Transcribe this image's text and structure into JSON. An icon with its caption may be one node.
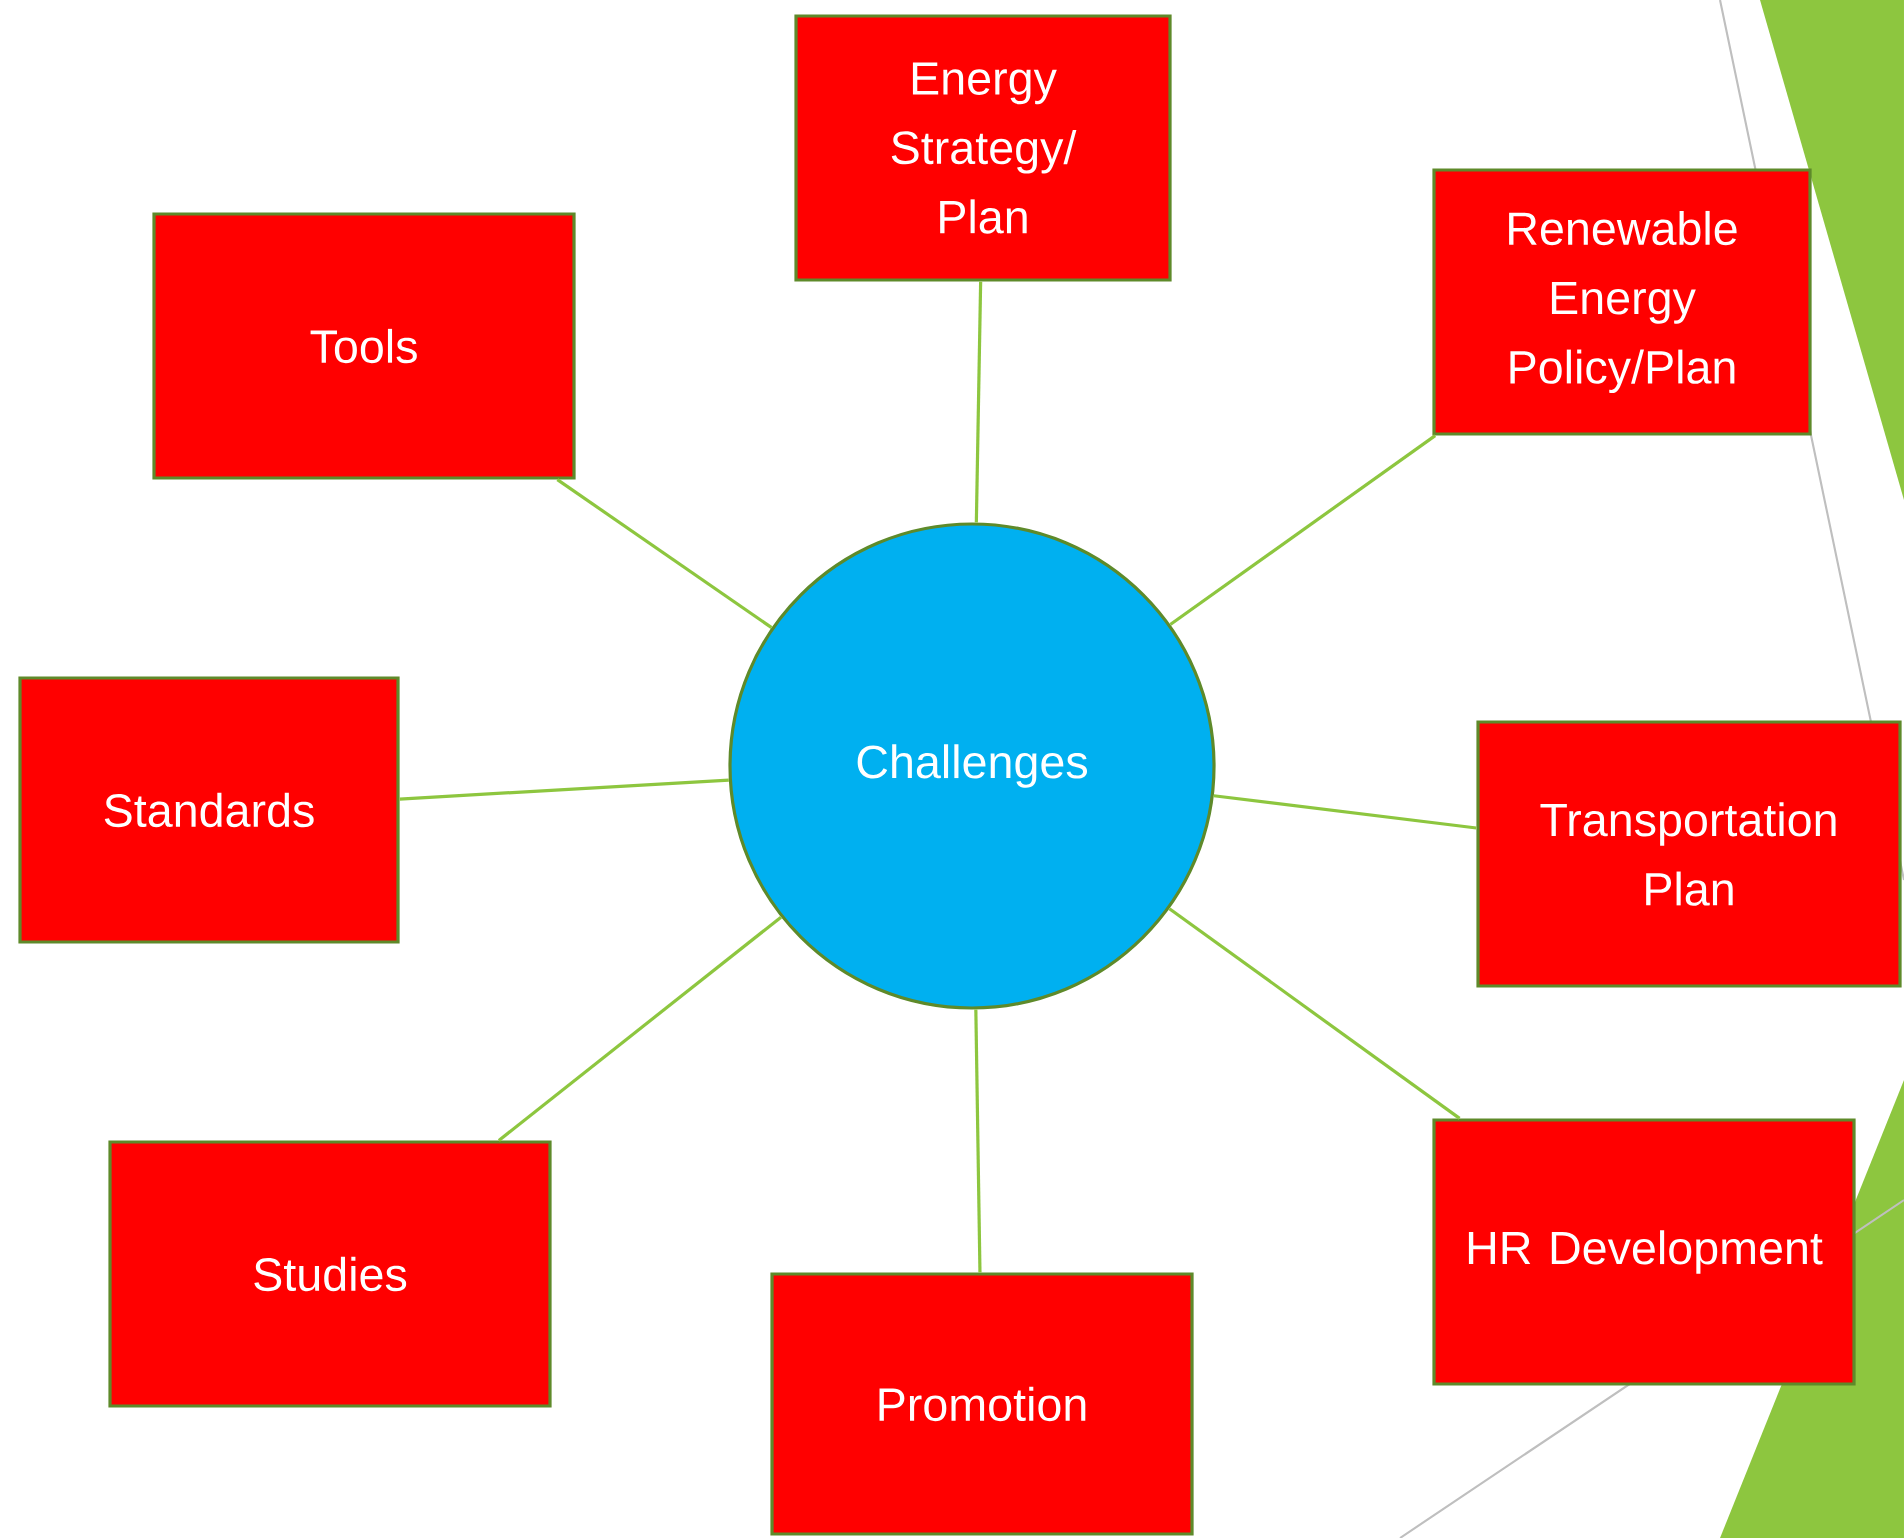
{
  "diagram": {
    "nodes": [
      {
        "text": [
          "Energy Strategy/ Plan"
        ]
      },
      {
        "text": [
          "Tools"
        ]
      },
      {
        "text": [
          "Renewable Energy Policy/Plan"
        ]
      },
      {
        "text": [
          "Challenges"
        ]
      },
      {
        "text": [
          "Standards"
        ]
      },
      {
        "text": [
          "Transportation Plan"
        ]
      },
      {
        "text": [
          "Studies"
        ]
      },
      {
        "text": [
          "HR Development"
        ]
      },
      {
        "text": [
          "Promotion"
        ]
      }
    ],
    "edges": [
      {
        "from": 3,
        "to": 0,
        "arrow": "none"
      },
      {
        "from": 3,
        "to": 1,
        "arrow": "none"
      },
      {
        "from": 3,
        "to": 2,
        "arrow": "none"
      },
      {
        "from": 3,
        "to": 4,
        "arrow": "none"
      },
      {
        "from": 3,
        "to": 5,
        "arrow": "none"
      },
      {
        "from": 3,
        "to": 6,
        "arrow": "none"
      },
      {
        "from": 3,
        "to": 7,
        "arrow": "none"
      },
      {
        "from": 3,
        "to": 8,
        "arrow": "none"
      }
    ]
  }
}
